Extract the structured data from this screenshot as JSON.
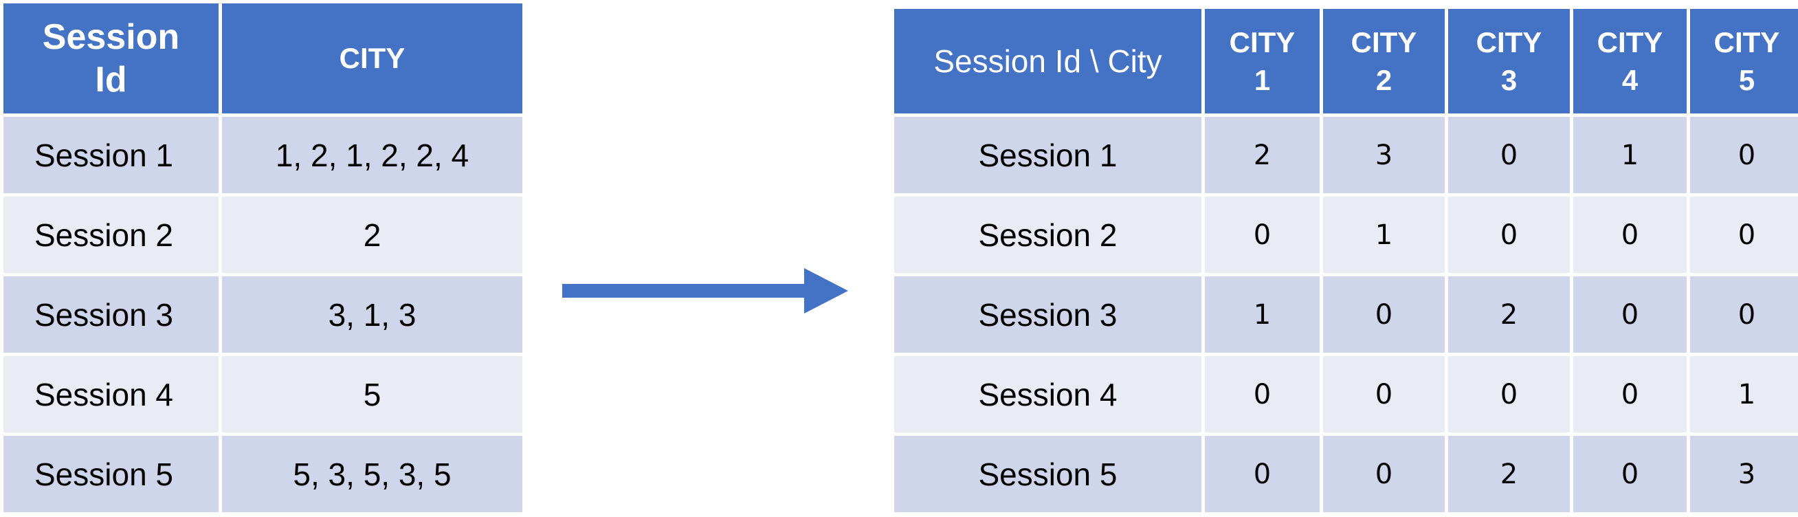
{
  "left_table": {
    "headers": [
      "Session\nId",
      "CITY"
    ],
    "rows": [
      {
        "session": "Session 1",
        "cities": "1, 2, 1, 2, 2, 4"
      },
      {
        "session": "Session 2",
        "cities": "2"
      },
      {
        "session": "Session 3",
        "cities": "3, 1, 3"
      },
      {
        "session": "Session 4",
        "cities": "5"
      },
      {
        "session": "Session 5",
        "cities": "5, 3, 5, 3, 5"
      }
    ]
  },
  "right_table": {
    "corner_header": "Session Id \\ City",
    "city_headers": [
      "CITY\n1",
      "CITY\n2",
      "CITY\n3",
      "CITY\n4",
      "CITY\n5"
    ],
    "rows": [
      {
        "session": "Session 1",
        "counts": [
          "2",
          "3",
          "0",
          "1",
          "0"
        ]
      },
      {
        "session": "Session 2",
        "counts": [
          "0",
          "1",
          "0",
          "0",
          "0"
        ]
      },
      {
        "session": "Session 3",
        "counts": [
          "1",
          "0",
          "2",
          "0",
          "0"
        ]
      },
      {
        "session": "Session 4",
        "counts": [
          "0",
          "0",
          "0",
          "0",
          "1"
        ]
      },
      {
        "session": "Session 5",
        "counts": [
          "0",
          "0",
          "2",
          "0",
          "3"
        ]
      }
    ]
  },
  "colors": {
    "header": "#4472c4",
    "row_dark": "#cfd5ea",
    "row_light": "#e9ebf5",
    "arrow": "#4472c4"
  }
}
